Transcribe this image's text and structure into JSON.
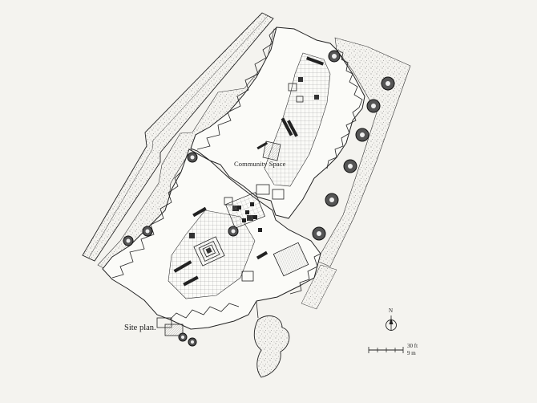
{
  "labels": {
    "community_space": "Community Space",
    "caption": "Site plan."
  },
  "north_arrow": {
    "letter": "N"
  },
  "scale_bar": {
    "feet_label": "30 ft",
    "meters_label": "9 m"
  },
  "colors": {
    "background": "#f4f3ef",
    "ink": "#1f1f1f",
    "stipple": "#555555"
  }
}
